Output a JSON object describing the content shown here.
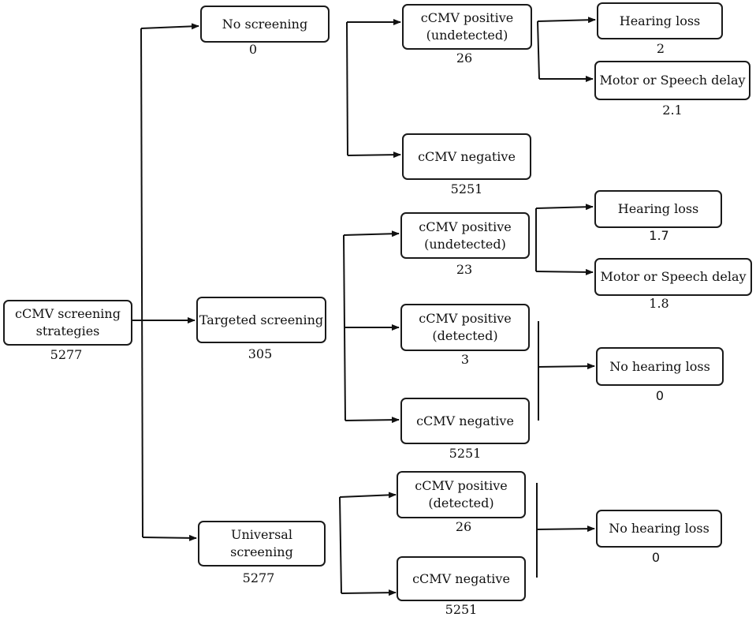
{
  "root": {
    "lines": [
      "cCMV screening",
      "strategies"
    ],
    "value": "5277"
  },
  "strategies": {
    "none": {
      "label": "No screening",
      "value": "0"
    },
    "targeted": {
      "label": "Targeted screening",
      "value": "305"
    },
    "universal": {
      "lines": [
        "Universal",
        "screening"
      ],
      "value": "5277"
    }
  },
  "no_screening_branch": {
    "positive": {
      "lines": [
        "cCMV positive",
        "(undetected)"
      ],
      "value": "26"
    },
    "negative": {
      "label": "cCMV negative",
      "value": "5251"
    },
    "hearing_loss": {
      "label": "Hearing loss",
      "value": "2"
    },
    "motor_delay": {
      "label": "Motor or Speech delay",
      "value": "2.1"
    }
  },
  "targeted_branch": {
    "positive_undetected": {
      "lines": [
        "cCMV positive",
        "(undetected)"
      ],
      "value": "23"
    },
    "positive_detected": {
      "lines": [
        "cCMV positive",
        "(detected)"
      ],
      "value": "3"
    },
    "negative": {
      "label": "cCMV negative",
      "value": "5251"
    },
    "hearing_loss": {
      "label": "Hearing loss",
      "value": "1.7"
    },
    "motor_delay": {
      "label": "Motor or Speech delay",
      "value": "1.8"
    },
    "no_hearing_loss": {
      "label": "No hearing loss",
      "value": "0"
    }
  },
  "universal_branch": {
    "positive_detected": {
      "lines": [
        "cCMV positive",
        "(detected)"
      ],
      "value": "26"
    },
    "negative": {
      "label": "cCMV negative",
      "value": "5251"
    },
    "no_hearing_loss": {
      "label": "No hearing loss",
      "value": "0"
    }
  }
}
